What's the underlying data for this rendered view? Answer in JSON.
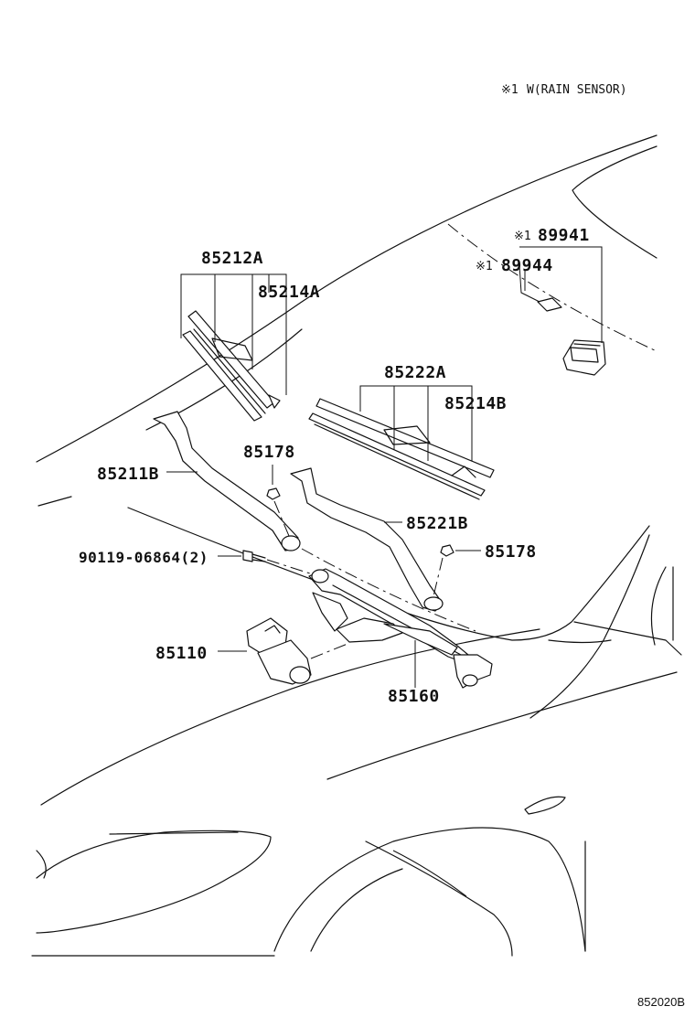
{
  "note": {
    "mark": "※1",
    "text": "W(RAIN SENSOR)"
  },
  "labels": {
    "p85212A": "85212A",
    "p85214A": "85214A",
    "p85222A": "85222A",
    "p85214B": "85214B",
    "p85178_top": "85178",
    "p85211B": "85211B",
    "p85221B": "85221B",
    "p85178_right": "85178",
    "p90119": "90119-06864(2)",
    "p85110": "85110",
    "p85160": "85160",
    "p89941": "89941",
    "p89944": "89944",
    "mark89941": "※1",
    "mark89944": "※1"
  },
  "figure_code": "852020B",
  "icons": {
    "wiper_blade_left": "wiper-blade",
    "wiper_blade_right": "wiper-blade",
    "wiper_arm_left": "wiper-arm",
    "wiper_arm_right": "wiper-arm",
    "wiper_motor": "motor",
    "wiper_link": "linkage",
    "rain_sensor": "sensor",
    "nut": "nut",
    "bolt": "bolt"
  }
}
